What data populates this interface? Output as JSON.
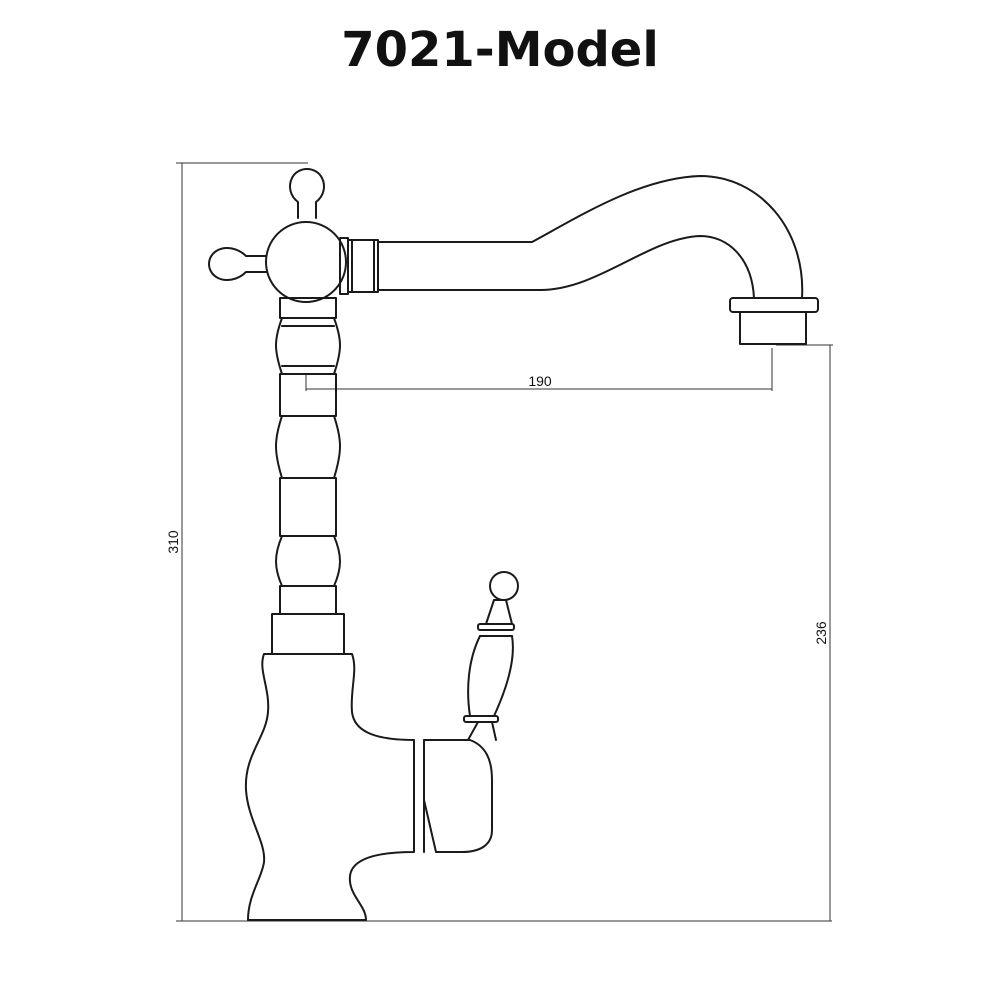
{
  "title": "7021-Model",
  "dimensions": {
    "total_height": "310",
    "spout_height": "236",
    "spout_reach": "190"
  }
}
